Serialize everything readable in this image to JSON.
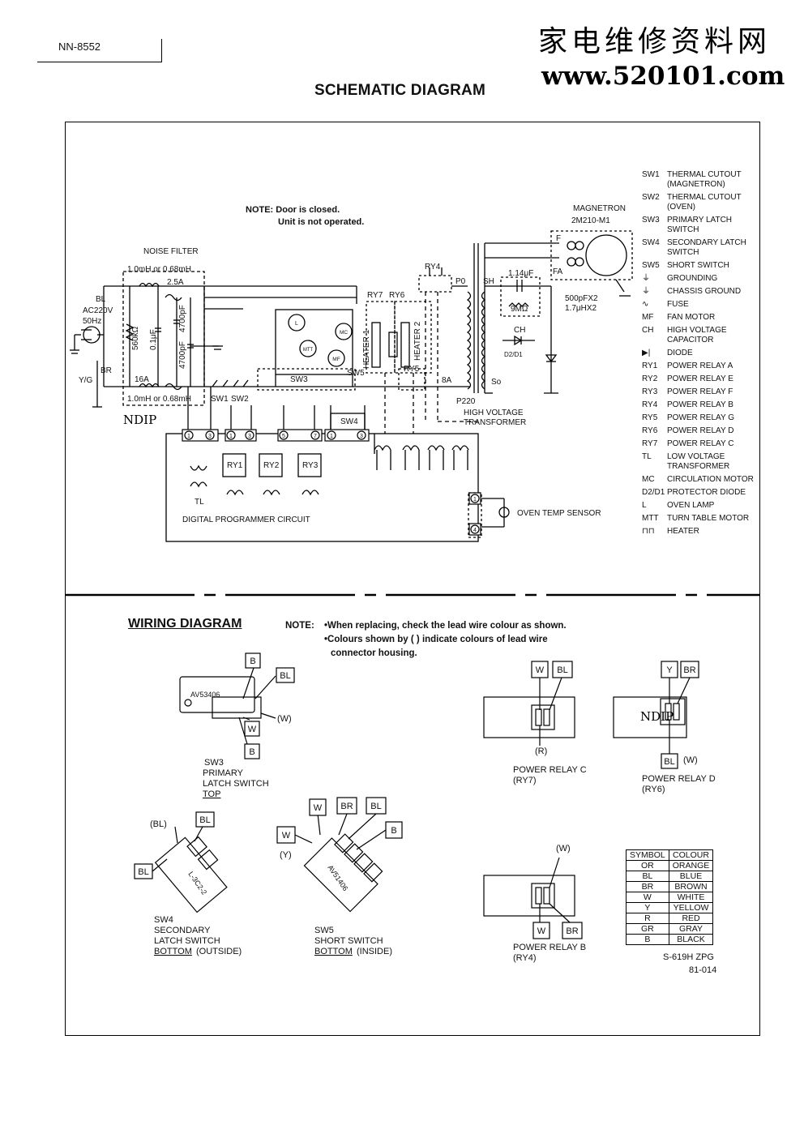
{
  "header": {
    "model": "NN-8552",
    "title": "SCHEMATIC DIAGRAM",
    "watermark_cn": "家电维修资料网",
    "watermark_url": "www.520101.com"
  },
  "schematic": {
    "note_line1": "NOTE: Door is closed.",
    "note_line2": "Unit is not operated.",
    "noise_filter": "NOISE FILTER",
    "inductor_top": "1.0mH or 0.68mH",
    "inductor_bottom": "1.0mH or 0.68mH",
    "fuse_top": "2.5A",
    "fuse_bottom": "16A",
    "supply_voltage": "AC220V",
    "supply_freq": "50Hz",
    "wire_bl": "BL",
    "wire_br": "BR",
    "wire_yg": "Y/G",
    "resistor": "560kΩ",
    "cap_small": "0.1μF",
    "cap_a": "4700pF",
    "cap_b": "4700pF",
    "sw1": "SW1",
    "sw2": "SW2",
    "sw3": "SW3",
    "sw4": "SW4",
    "sw5": "SW5",
    "ry1": "RY1",
    "ry2": "RY2",
    "ry3": "RY3",
    "ry4": "RY4",
    "ry5": "RY5",
    "ry6": "RY6",
    "ry7": "RY7",
    "lamp": "L",
    "turntable": "MTT",
    "circ_motor": "MC",
    "fan_motor": "MF",
    "heater1": "HEATER 1",
    "heater2": "HEATER 2",
    "hv_fuse": "8A",
    "p0": "P0",
    "p220": "P220",
    "sh": "SH",
    "so": "So",
    "hv_transformer_1": "HIGH VOLTAGE",
    "hv_transformer_2": "TRANSFORMER",
    "hv_cap": "1.14μF",
    "hv_res": "9MΩ",
    "ch": "CH",
    "d2d1": "D2/D1",
    "magnetron_title": "MAGNETRON",
    "magnetron_model": "2M210-M1",
    "mag_f": "F",
    "mag_fa": "FA",
    "mag_caps1": "500pFX2",
    "mag_caps2": "1.7μHX2",
    "tl": "TL",
    "dpc": "DIGITAL PROGRAMMER CIRCUIT",
    "oven_temp": "OVEN TEMP SENSOR",
    "terminals": [
      "1",
      "3",
      "1",
      "3",
      "5",
      "7",
      "1",
      "3",
      "1",
      "4"
    ],
    "ndip": "NDIP"
  },
  "legend": [
    {
      "key": "SW1",
      "text": "THERMAL CUTOUT (MAGNETRON)"
    },
    {
      "key": "SW2",
      "text": "THERMAL CUTOUT (OVEN)"
    },
    {
      "key": "SW3",
      "text": "PRIMARY LATCH SWITCH"
    },
    {
      "key": "SW4",
      "text": "SECONDARY LATCH SWITCH"
    },
    {
      "key": "SW5",
      "text": "SHORT SWITCH"
    },
    {
      "key": "⏚",
      "text": "GROUNDING"
    },
    {
      "key": "⏚",
      "text": "CHASSIS GROUND"
    },
    {
      "key": "∿",
      "text": "FUSE"
    },
    {
      "key": "MF",
      "text": "FAN MOTOR"
    },
    {
      "key": "CH",
      "text": "HIGH VOLTAGE CAPACITOR"
    },
    {
      "key": "▶|",
      "text": "DIODE"
    },
    {
      "key": "RY1",
      "text": "POWER RELAY A"
    },
    {
      "key": "RY2",
      "text": "POWER RELAY E"
    },
    {
      "key": "RY3",
      "text": "POWER RELAY F"
    },
    {
      "key": "RY4",
      "text": "POWER RELAY B"
    },
    {
      "key": "RY5",
      "text": "POWER RELAY G"
    },
    {
      "key": "RY6",
      "text": "POWER RELAY D"
    },
    {
      "key": "RY7",
      "text": "POWER RELAY C"
    },
    {
      "key": "TL",
      "text": "LOW VOLTAGE TRANSFORMER"
    },
    {
      "key": "MC",
      "text": "CIRCULATION MOTOR"
    },
    {
      "key": "D2/D1",
      "text": "PROTECTOR DIODE"
    },
    {
      "key": "L",
      "text": "OVEN LAMP"
    },
    {
      "key": "MTT",
      "text": "TURN TABLE MOTOR"
    },
    {
      "key": "⊓⊓",
      "text": "HEATER"
    }
  ],
  "wiring": {
    "title": "WIRING DIAGRAM",
    "note_label": "NOTE:",
    "note_1": "•When replacing, check the lead wire colour as shown.",
    "note_2": "•Colours shown by (   ) indicate colours of lead wire",
    "note_3": "connector housing.",
    "sw3_part": "AV53406",
    "sw3_l1": "SW3",
    "sw3_l2": "PRIMARY",
    "sw3_l3": "LATCH SWITCH",
    "sw3_l4": "TOP",
    "sw4_part": "L-3C2-2",
    "sw4_l1": "SW4",
    "sw4_l2": "SECONDARY",
    "sw4_l3": "LATCH SWITCH",
    "sw4_l4a": "BOTTOM",
    "sw4_l4b": "(OUTSIDE)",
    "sw5_part": "AV51406",
    "sw5_l1": "SW5",
    "sw5_l2": "SHORT SWITCH",
    "sw5_l3a": "BOTTOM",
    "sw5_l3b": "(INSIDE)",
    "relay_c_l1": "POWER RELAY C",
    "relay_c_l2": "(RY7)",
    "relay_d_l1": "POWER RELAY D",
    "relay_d_l2": "(RY6)",
    "relay_b_l1": "POWER RELAY B",
    "relay_b_l2": "(RY4)",
    "w": "W",
    "b": "B",
    "bl": "BL",
    "br": "BR",
    "y": "Y",
    "pw": "(W)",
    "pbl": "(BL)",
    "py": "(Y)",
    "pr": "(R)",
    "code1": "S-619H ZPG",
    "code2": "81-014"
  },
  "colour_table": {
    "headers": [
      "SYMBOL",
      "COLOUR"
    ],
    "rows": [
      [
        "OR",
        "ORANGE"
      ],
      [
        "BL",
        "BLUE"
      ],
      [
        "BR",
        "BROWN"
      ],
      [
        "W",
        "WHITE"
      ],
      [
        "Y",
        "YELLOW"
      ],
      [
        "R",
        "RED"
      ],
      [
        "GR",
        "GRAY"
      ],
      [
        "B",
        "BLACK"
      ]
    ]
  }
}
